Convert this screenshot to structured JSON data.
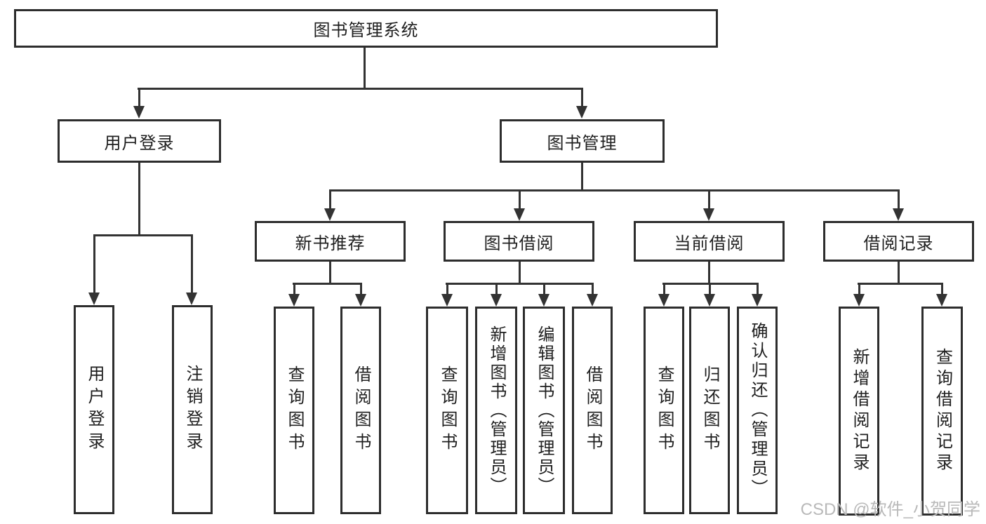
{
  "diagram": {
    "root": {
      "label": "图书管理系统"
    },
    "branches": [
      {
        "label": "用户登录",
        "children": [
          {
            "label": "用户登录"
          },
          {
            "label": "注销登录"
          }
        ]
      },
      {
        "label": "图书管理",
        "children": [
          {
            "label": "新书推荐",
            "children": [
              {
                "label": "查询图书"
              },
              {
                "label": "借阅图书"
              }
            ]
          },
          {
            "label": "图书借阅",
            "children": [
              {
                "label": "查询图书"
              },
              {
                "label": "新增图书（管理员）"
              },
              {
                "label": "编辑图书（管理员）"
              },
              {
                "label": "借阅图书"
              }
            ]
          },
          {
            "label": "当前借阅",
            "children": [
              {
                "label": "查询图书"
              },
              {
                "label": "归还图书"
              },
              {
                "label": "确认归还（管理员）"
              }
            ]
          },
          {
            "label": "借阅记录",
            "children": [
              {
                "label": "新增借阅记录"
              },
              {
                "label": "查询借阅记录"
              }
            ]
          }
        ]
      }
    ]
  },
  "watermark": {
    "text": "CSDN @软件_小贺同学"
  },
  "colors": {
    "line": "#333333",
    "border": "#2d2d2d",
    "text": "#1f1f1f",
    "watermark": "#b9b9b9",
    "background": "#ffffff"
  }
}
